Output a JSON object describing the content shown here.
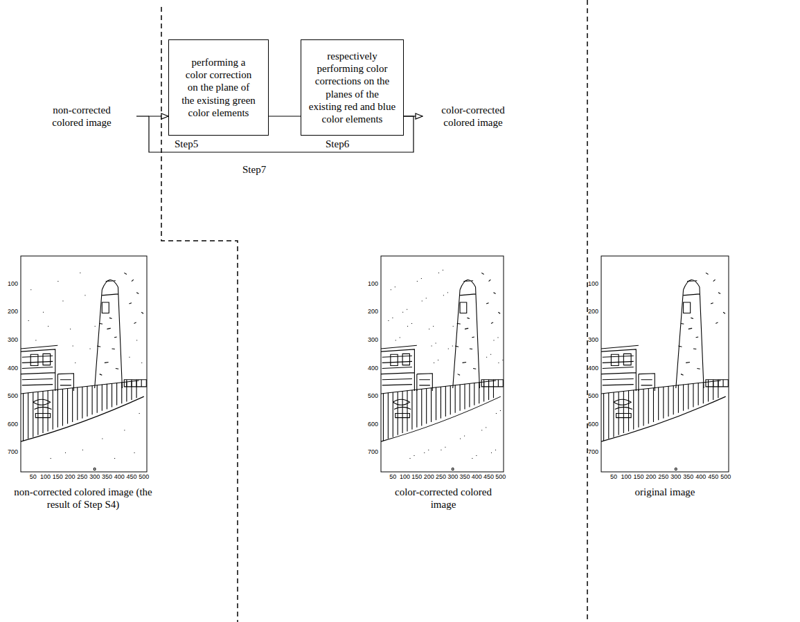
{
  "diagram": {
    "nodes": [
      {
        "text": [
          "performing a color correction on the plane of the existing green color elements"
        ]
      },
      {
        "text": [
          "respectively performing color corrections on the planes of the existing red and blue color elements"
        ]
      }
    ],
    "edges": [
      {
        "from": 0,
        "to": 1,
        "arrow": "none"
      },
      {
        "from": 1,
        "to": 0,
        "arrow": "to"
      }
    ],
    "labels": [
      "non-corrected colored image",
      "Step5",
      "Step6",
      "Step7",
      "color-corrected colored image",
      "100",
      "200",
      "300",
      "400",
      "500",
      "600",
      "700",
      "50",
      "100",
      "150",
      "200",
      "250",
      "300",
      "350",
      "400",
      "450",
      "500",
      "non-corrected colored image (the result of Step S4)",
      "100",
      "200",
      "300",
      "400",
      "500",
      "600",
      "700",
      "50",
      "100",
      "150",
      "200",
      "250",
      "300",
      "350",
      "400",
      "450",
      "500",
      "color-corrected colored image",
      "100",
      "200",
      "300",
      "400",
      "500",
      "600",
      "700",
      "50",
      "100",
      "150",
      "200",
      "250",
      "300",
      "350",
      "400",
      "450",
      "500",
      "original image"
    ]
  }
}
